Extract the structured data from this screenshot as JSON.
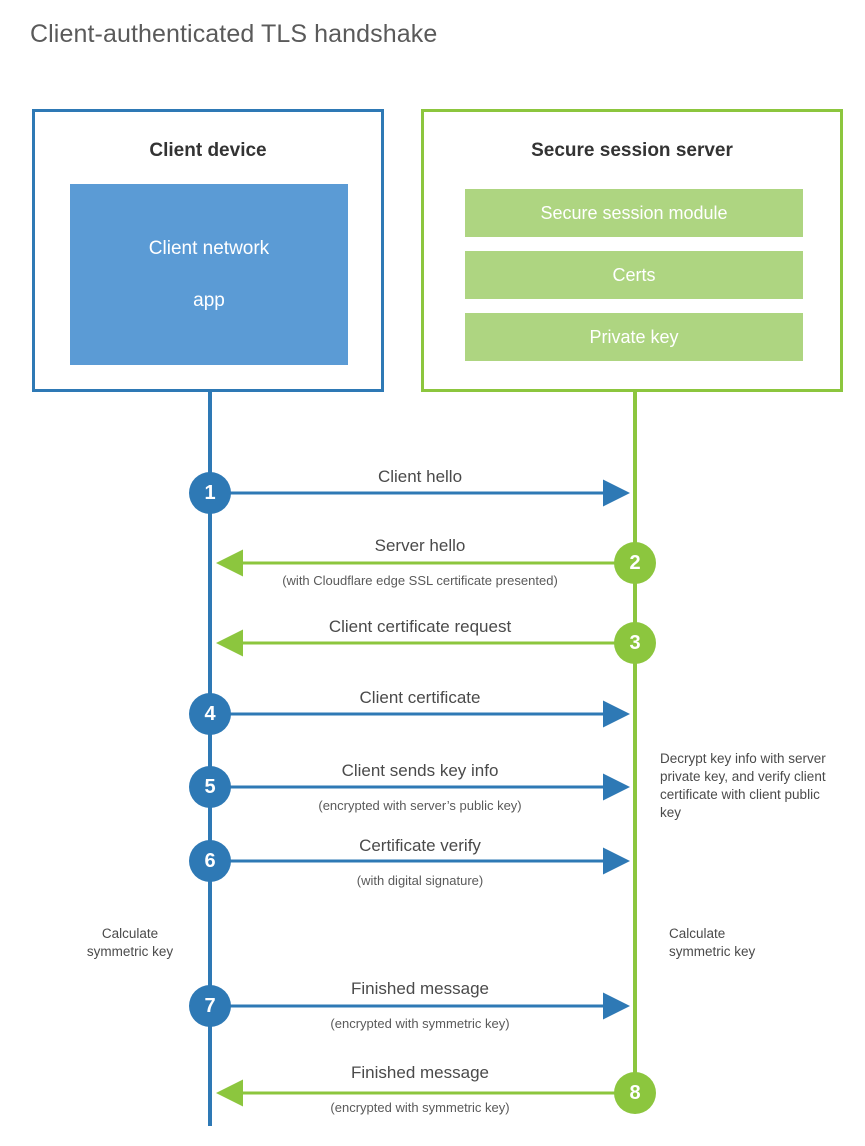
{
  "title": "Client-authenticated TLS handshake",
  "colors": {
    "client_blue": "#2e79b5",
    "client_app_fill": "#5b9bd5",
    "server_green": "#8cc63e",
    "server_bar_fill": "#aed581",
    "title_text": "#5a5a5a",
    "body_text": "#4a4a4a"
  },
  "client": {
    "title": "Client device",
    "app_line1": "Client network",
    "app_line2": "app"
  },
  "server": {
    "title": "Secure session server",
    "components": [
      {
        "label": "Secure session module"
      },
      {
        "label": "Certs"
      },
      {
        "label": "Private key"
      }
    ]
  },
  "steps": [
    {
      "number": "1",
      "direction": "client-to-server",
      "label": "Client hello",
      "sub": ""
    },
    {
      "number": "2",
      "direction": "server-to-client",
      "label": "Server hello",
      "sub": "(with Cloudflare edge SSL certificate presented)"
    },
    {
      "number": "3",
      "direction": "server-to-client",
      "label": "Client certificate request",
      "sub": ""
    },
    {
      "number": "4",
      "direction": "client-to-server",
      "label": "Client certificate",
      "sub": ""
    },
    {
      "number": "5",
      "direction": "client-to-server",
      "label": "Client sends key info",
      "sub": "(encrypted with server’s public key)"
    },
    {
      "number": "6",
      "direction": "client-to-server",
      "label": "Certificate verify",
      "sub": "(with digital signature)"
    },
    {
      "number": "7",
      "direction": "client-to-server",
      "label": "Finished message",
      "sub": "(encrypted with symmetric key)"
    },
    {
      "number": "8",
      "direction": "server-to-client",
      "label": "Finished message",
      "sub": "(encrypted with symmetric key)"
    }
  ],
  "notes": {
    "server_decrypt": "Decrypt key info with server private key, and verify client certificate with client public key",
    "client_calc_line1": "Calculate",
    "client_calc_line2": "symmetric key",
    "server_calc_line1": "Calculate",
    "server_calc_line2": "symmetric key"
  }
}
